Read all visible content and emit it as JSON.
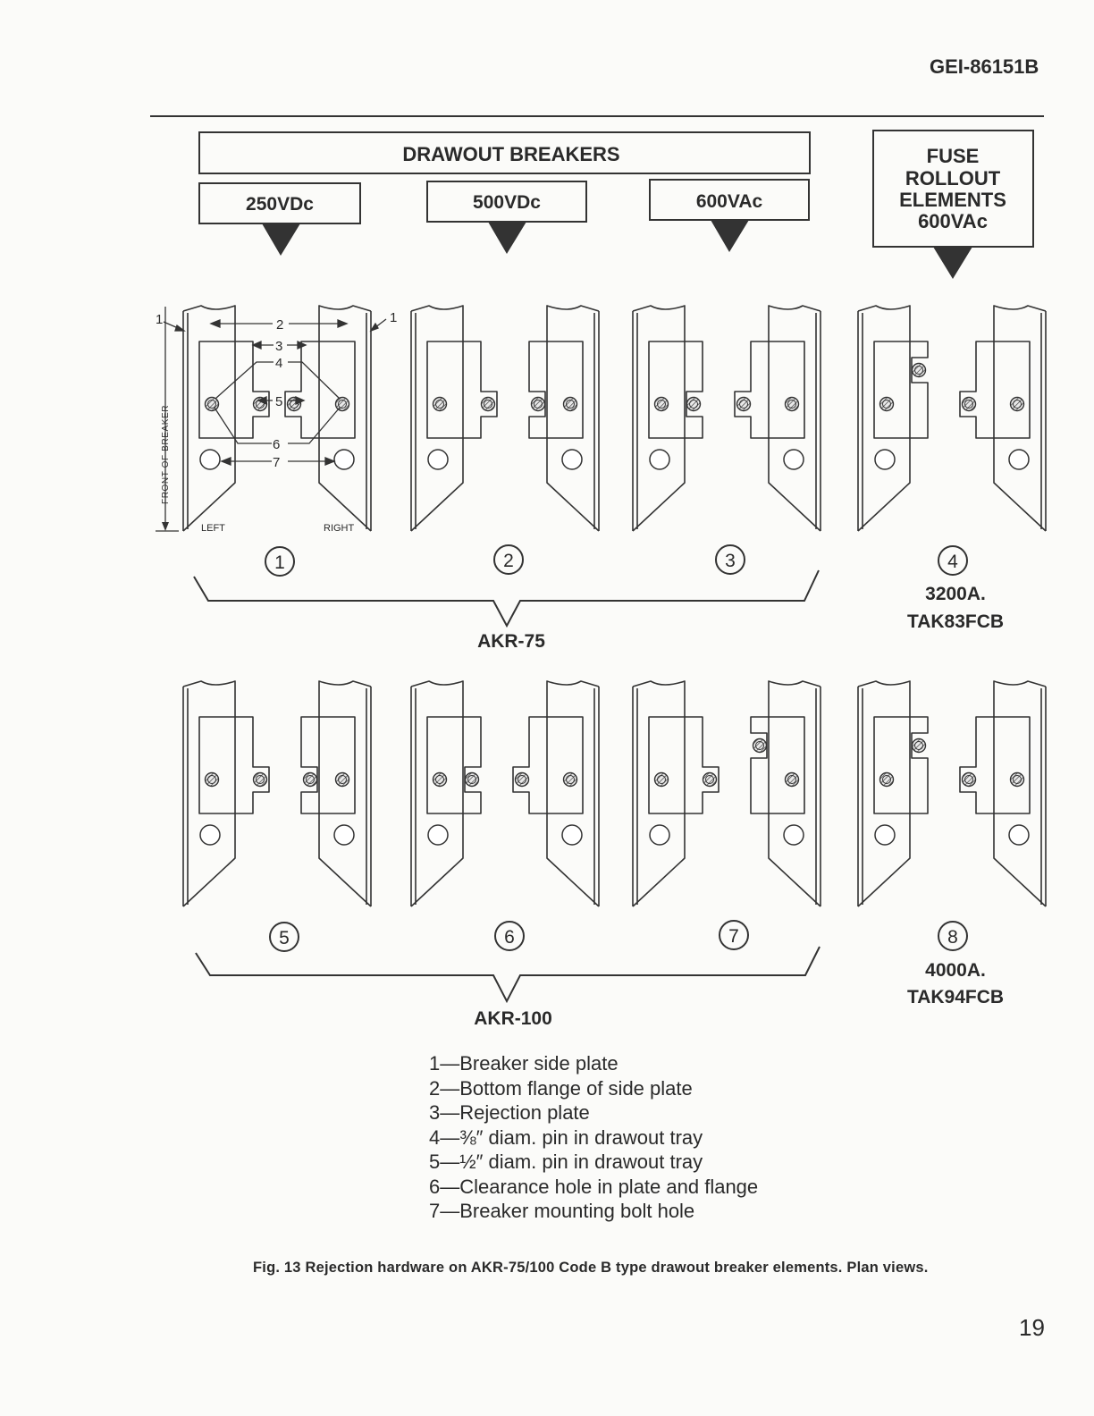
{
  "header": {
    "doc_id": "GEI-86151B"
  },
  "groups": {
    "drawout_breakers": "DRAWOUT BREAKERS",
    "fuse_rollout": [
      "FUSE",
      "ROLLOUT",
      "ELEMENTS",
      "600VAc"
    ]
  },
  "voltage_columns": [
    "250VDc",
    "500VDc",
    "600VAc"
  ],
  "orientation": {
    "front_of_breaker": "FRONT OF BREAKER",
    "left": "LEFT",
    "right": "RIGHT"
  },
  "callouts": [
    "1",
    "1",
    "2",
    "3",
    "4",
    "5",
    "6",
    "7"
  ],
  "configurations": [
    "1",
    "2",
    "3",
    "4",
    "5",
    "6",
    "7",
    "8"
  ],
  "models": {
    "akr75": "AKR-75",
    "akr100": "AKR-100",
    "fuse_3200": [
      "3200A.",
      "TAK83FCB"
    ],
    "fuse_4000": [
      "4000A.",
      "TAK94FCB"
    ]
  },
  "legend": [
    "1—Breaker side plate",
    "2—Bottom flange of side plate",
    "3—Rejection plate",
    "4—⅜″ diam. pin in drawout tray",
    "5—½″ diam. pin in drawout tray",
    "6—Clearance hole in plate and flange",
    "7—Breaker mounting bolt hole"
  ],
  "caption": "Fig. 13 Rejection hardware on AKR-75/100 Code B type drawout breaker elements. Plan views.",
  "page_number": "19",
  "pin_layouts": [
    {
      "config": "1",
      "left": "out-low",
      "right": "out-low"
    },
    {
      "config": "2",
      "left": "out-low",
      "right": "in-low"
    },
    {
      "config": "3",
      "left": "in-low",
      "right": "out-low"
    },
    {
      "config": "4",
      "left": "in-high",
      "right": "out-low"
    },
    {
      "config": "5",
      "left": "out-low",
      "right": "in-low"
    },
    {
      "config": "6",
      "left": "in-low",
      "right": "out-low"
    },
    {
      "config": "7",
      "left": "out-low",
      "right": "in-high"
    },
    {
      "config": "8",
      "left": "in-high",
      "right": "out-low"
    }
  ]
}
